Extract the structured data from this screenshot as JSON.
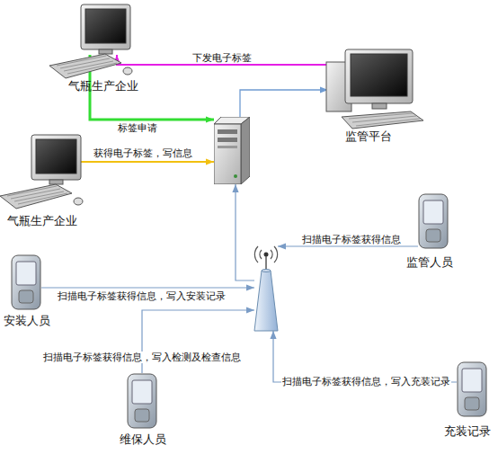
{
  "diagram": {
    "nodes": [
      {
        "text": [
          "气瓶生产企业"
        ]
      },
      {
        "text": [
          "监管平台"
        ]
      },
      {
        "text": []
      },
      {
        "text": [
          "气瓶生产企业"
        ]
      },
      {
        "text": [
          "监管人员"
        ]
      },
      {
        "text": [
          "安装人员"
        ]
      },
      {
        "text": []
      },
      {
        "text": [
          "维保人员"
        ]
      },
      {
        "text": [
          "充装记录"
        ]
      }
    ],
    "edges": [
      {
        "from": 1,
        "to": 0,
        "arrow": "to",
        "label": "下发电子标签"
      },
      {
        "from": 0,
        "to": 2,
        "arrow": "to",
        "label": "标签申请"
      },
      {
        "from": 3,
        "to": 2,
        "arrow": "to",
        "label": "获得电子标签，写信息"
      },
      {
        "from": 2,
        "to": 1,
        "arrow": "to"
      },
      {
        "from": 4,
        "to": 6,
        "arrow": "to",
        "label": "扫描电子标签获得信息"
      },
      {
        "from": 5,
        "to": 6,
        "arrow": "to",
        "label": "扫描电子标签获得信息，写入安装记录"
      },
      {
        "from": 6,
        "to": 2,
        "arrow": "to"
      },
      {
        "from": 7,
        "to": 6,
        "arrow": "to",
        "label": "扫描电子标签获得信息，写入检测及检查信息"
      },
      {
        "from": 8,
        "to": 6,
        "arrow": "to",
        "label": "扫描电子标签获得信息，写入充装记录"
      }
    ]
  }
}
